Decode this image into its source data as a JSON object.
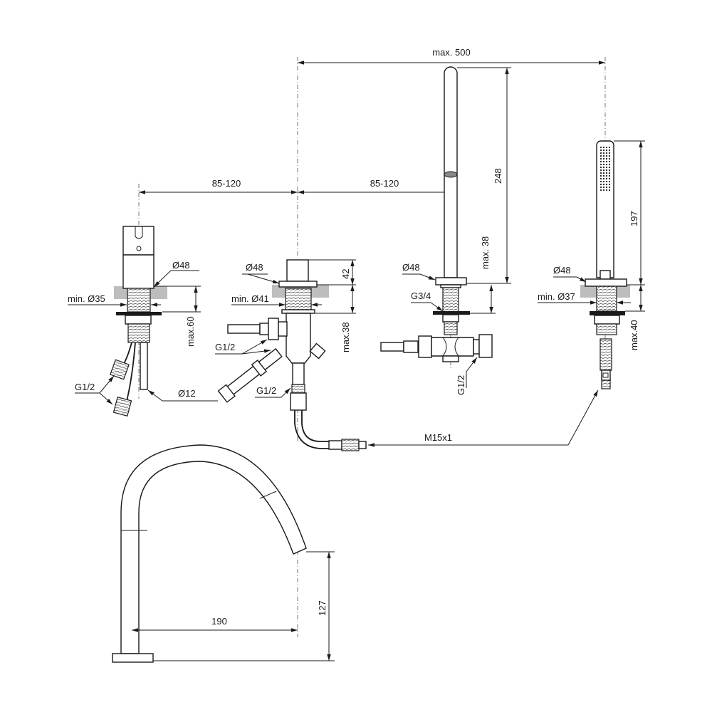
{
  "dimensions": {
    "overall_width": "max. 500",
    "spacing_left": "85-120",
    "spacing_right": "85-120",
    "spout_height": "248",
    "spout_shank": "max. 38",
    "spout_flange": "Ø48",
    "spout_thread": "G3/4",
    "spout_outlet": "G1/2",
    "mixer_flange": "Ø48",
    "mixer_hole": "min. Ø35",
    "mixer_deck": "max.60",
    "mixer_inlets": "G1/2",
    "mixer_tube": "Ø12",
    "diverter_flange": "Ø48",
    "diverter_hole": "min. Ø41",
    "diverter_height": "42",
    "diverter_deck": "max.38",
    "diverter_inlets": "G1/2",
    "diverter_outlet": "G1/2",
    "shower_height": "197",
    "shower_flange": "Ø48",
    "shower_hole": "min. Ø37",
    "shower_deck": "max.40",
    "hose_thread": "M15x1",
    "gooseneck_reach": "190",
    "gooseneck_height": "127"
  }
}
